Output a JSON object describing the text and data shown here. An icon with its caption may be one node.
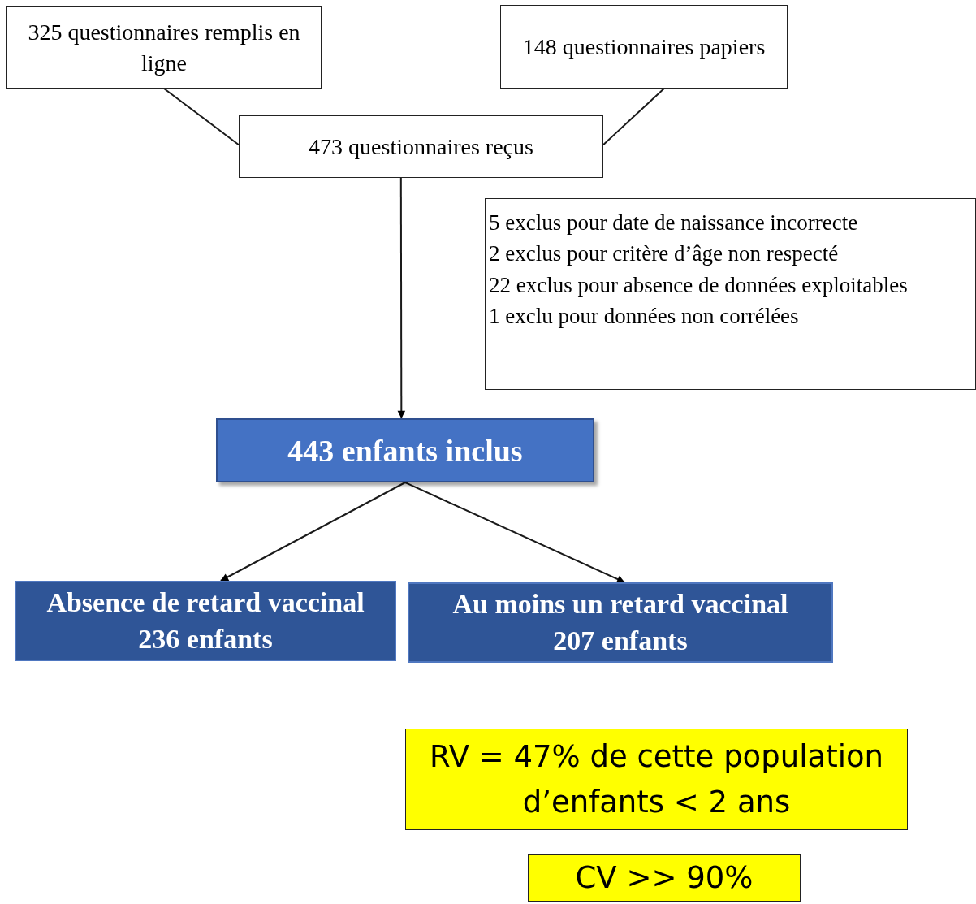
{
  "diagram": {
    "nodes": [
      {
        "text": [
          "325 questionnaires remplis en ligne"
        ]
      },
      {
        "text": [
          "148 questionnaires papiers"
        ]
      },
      {
        "text": [
          "473 questionnaires reçus"
        ]
      },
      {
        "text": [
          "5 exclus pour date de naissance incorrecte",
          "2 exclus pour critère d’âge non respecté",
          "22 exclus pour absence de données exploitables",
          "1 exclu pour données non corrélées"
        ]
      },
      {
        "text": [
          "443 enfants inclus"
        ]
      },
      {
        "text": [
          "Absence de retard vaccinal",
          "236 enfants"
        ]
      },
      {
        "text": [
          "Au moins un retard vaccinal",
          "207 enfants"
        ]
      },
      {
        "text": [
          "RV = 47% de cette population d’enfants < 2 ans"
        ]
      },
      {
        "text": [
          "CV >> 90%"
        ]
      }
    ],
    "edges": [
      {
        "from": 0,
        "to": 2,
        "arrow": "none"
      },
      {
        "from": 1,
        "to": 2,
        "arrow": "none"
      },
      {
        "from": 2,
        "to": 4,
        "arrow": "to"
      },
      {
        "from": 4,
        "to": 5,
        "arrow": "to"
      },
      {
        "from": 4,
        "to": 6,
        "arrow": "to"
      }
    ]
  }
}
